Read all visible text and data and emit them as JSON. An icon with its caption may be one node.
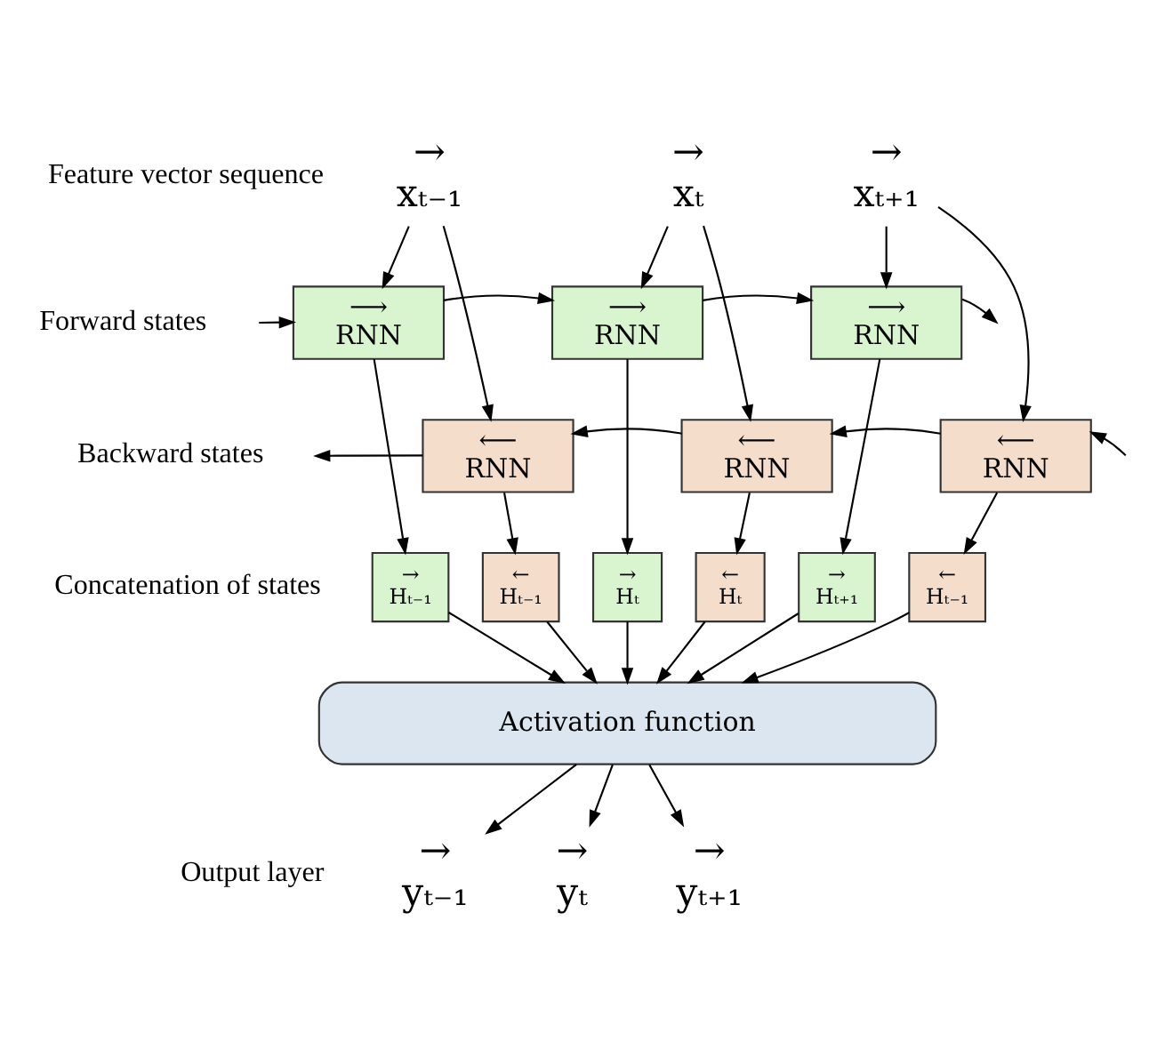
{
  "diagram": {
    "nodes": [
      {
        "text": [
          "→ xₜ₋₁"
        ]
      },
      {
        "text": [
          "→ xₜ"
        ]
      },
      {
        "text": [
          "→ xₜ₊₁"
        ]
      },
      {
        "text": [
          "⟶ RNN"
        ]
      },
      {
        "text": [
          "⟶ RNN"
        ]
      },
      {
        "text": [
          "⟶ RNN"
        ]
      },
      {
        "text": [
          "⟵ RNN"
        ]
      },
      {
        "text": [
          "⟵ RNN"
        ]
      },
      {
        "text": [
          "⟵ RNN"
        ]
      },
      {
        "text": [
          "→ Hₜ₋₁"
        ]
      },
      {
        "text": [
          "← Hₜ₋₁"
        ]
      },
      {
        "text": [
          "→ Hₜ"
        ]
      },
      {
        "text": [
          "← Hₜ"
        ]
      },
      {
        "text": [
          "→ Hₜ₊₁"
        ]
      },
      {
        "text": [
          "← Hₜ₋₁"
        ]
      },
      {
        "text": [
          "Activation function"
        ]
      },
      {
        "text": [
          "→ yₜ₋₁"
        ]
      },
      {
        "text": [
          "→ yₜ"
        ]
      },
      {
        "text": [
          "→ yₜ₊₁"
        ]
      }
    ],
    "edges": [
      {
        "from": 0,
        "to": 3,
        "arrow": "to"
      },
      {
        "from": 0,
        "to": 6,
        "arrow": "to"
      },
      {
        "from": 1,
        "to": 4,
        "arrow": "to"
      },
      {
        "from": 1,
        "to": 7,
        "arrow": "to"
      },
      {
        "from": 2,
        "to": 5,
        "arrow": "to"
      },
      {
        "from": 2,
        "to": 8,
        "arrow": "to"
      },
      {
        "from": null,
        "to": 3,
        "arrow": "to"
      },
      {
        "from": 3,
        "to": 4,
        "arrow": "to"
      },
      {
        "from": 4,
        "to": 5,
        "arrow": "to"
      },
      {
        "from": 5,
        "to": null,
        "arrow": "to"
      },
      {
        "from": null,
        "to": 8,
        "arrow": "to"
      },
      {
        "from": 8,
        "to": 7,
        "arrow": "to"
      },
      {
        "from": 7,
        "to": 6,
        "arrow": "to"
      },
      {
        "from": 6,
        "to": null,
        "arrow": "to"
      },
      {
        "from": 3,
        "to": 9,
        "arrow": "to"
      },
      {
        "from": 6,
        "to": 10,
        "arrow": "to"
      },
      {
        "from": 4,
        "to": 11,
        "arrow": "to"
      },
      {
        "from": 7,
        "to": 12,
        "arrow": "to"
      },
      {
        "from": 5,
        "to": 13,
        "arrow": "to"
      },
      {
        "from": 8,
        "to": 14,
        "arrow": "to"
      },
      {
        "from": 9,
        "to": 15,
        "arrow": "to"
      },
      {
        "from": 10,
        "to": 15,
        "arrow": "to"
      },
      {
        "from": 11,
        "to": 15,
        "arrow": "to"
      },
      {
        "from": 12,
        "to": 15,
        "arrow": "to"
      },
      {
        "from": 13,
        "to": 15,
        "arrow": "to"
      },
      {
        "from": 14,
        "to": 15,
        "arrow": "to"
      },
      {
        "from": 15,
        "to": 16,
        "arrow": "to"
      },
      {
        "from": 15,
        "to": 17,
        "arrow": "to"
      },
      {
        "from": 15,
        "to": 18,
        "arrow": "to"
      }
    ],
    "labels": [
      "Feature vector sequence",
      "Forward states",
      "Backward states",
      "Concatenation of states",
      "Output layer"
    ]
  }
}
